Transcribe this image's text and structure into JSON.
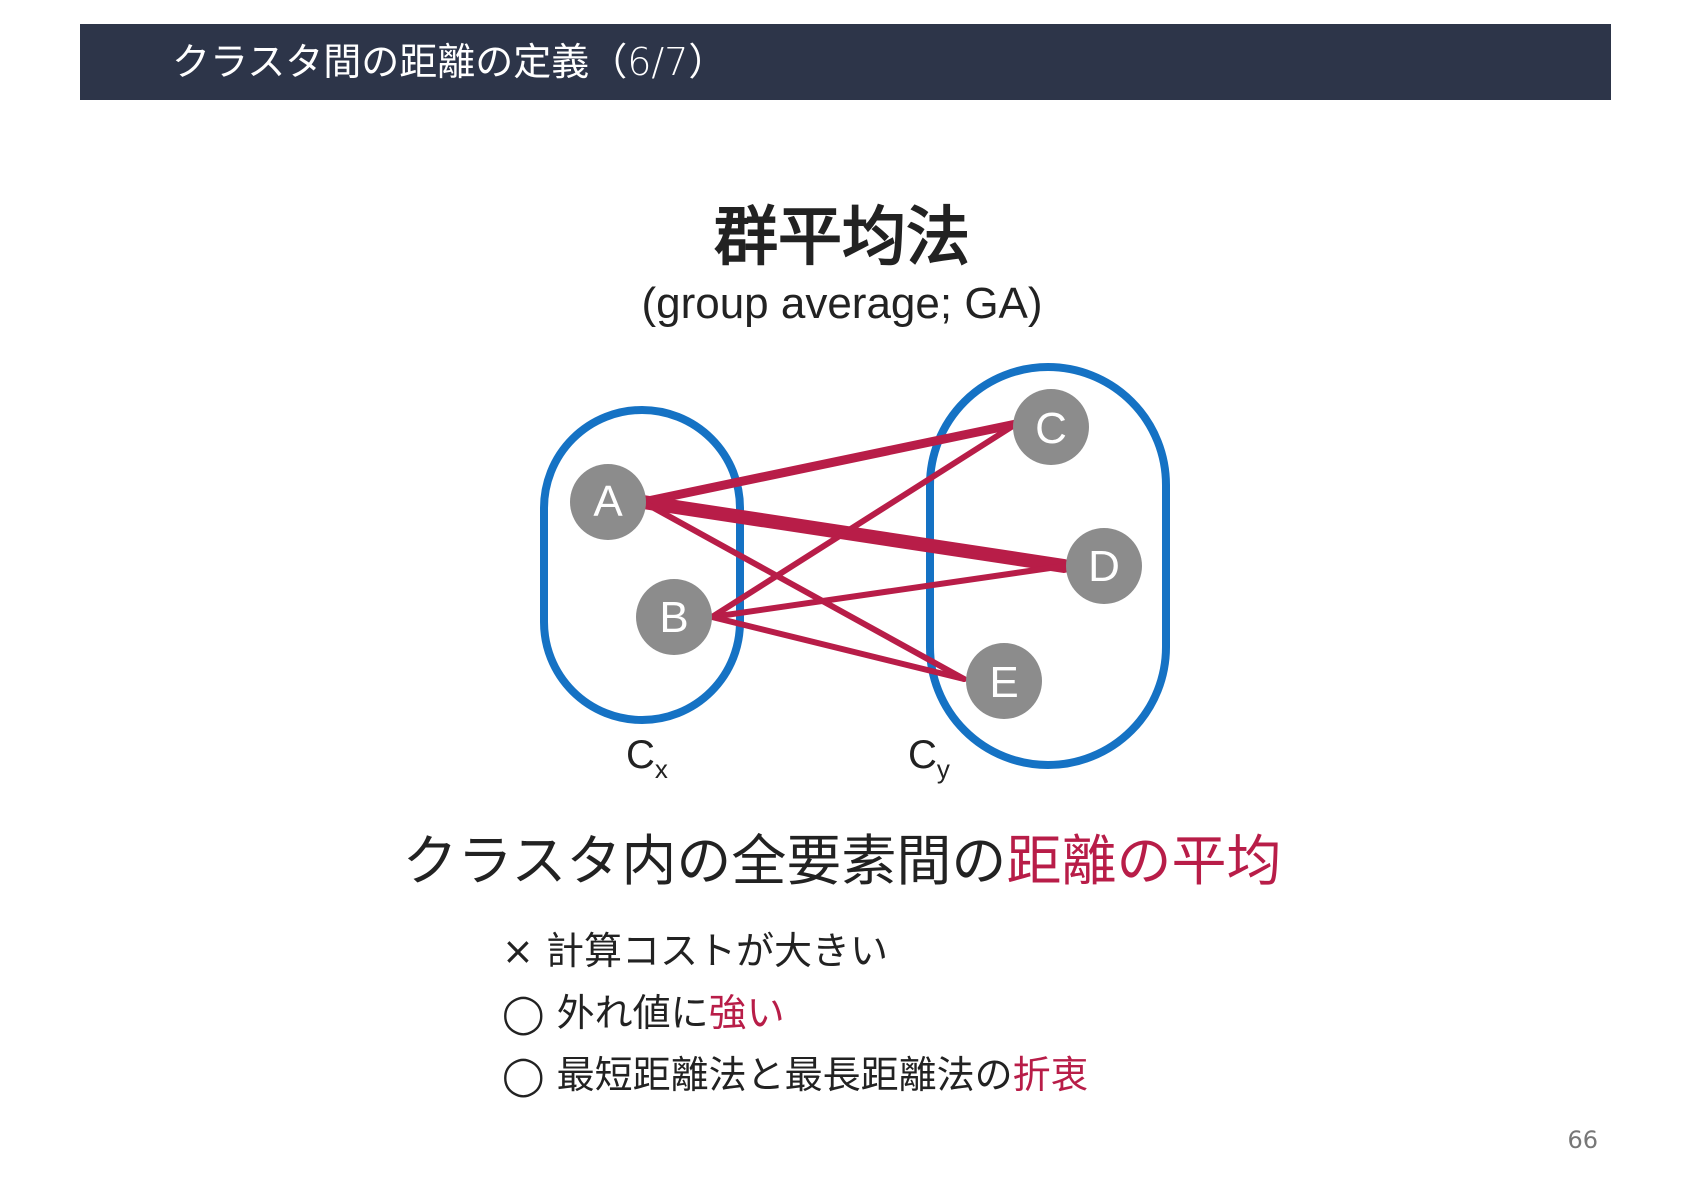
{
  "header": {
    "title": "クラスタ間の距離の定義（6/7）"
  },
  "main": {
    "title": "群平均法",
    "subtitle": "(group average; GA)"
  },
  "diagram": {
    "colors": {
      "cluster": "#1572c4",
      "edge": "#b81d48",
      "node": "#8c8c8c"
    },
    "clusters": [
      {
        "id": "cx",
        "label": "C",
        "sub": "x"
      },
      {
        "id": "cy",
        "label": "C",
        "sub": "y"
      }
    ],
    "nodes": [
      {
        "id": "A",
        "label": "A"
      },
      {
        "id": "B",
        "label": "B"
      },
      {
        "id": "C",
        "label": "C"
      },
      {
        "id": "D",
        "label": "D"
      },
      {
        "id": "E",
        "label": "E"
      }
    ],
    "edges": [
      {
        "from": "A",
        "to": "C",
        "weight": "medium"
      },
      {
        "from": "A",
        "to": "D",
        "weight": "thick"
      },
      {
        "from": "A",
        "to": "E",
        "weight": "thin"
      },
      {
        "from": "B",
        "to": "C",
        "weight": "thin"
      },
      {
        "from": "B",
        "to": "D",
        "weight": "thin"
      },
      {
        "from": "B",
        "to": "E",
        "weight": "thin"
      }
    ]
  },
  "summary": {
    "text": "クラスタ内の全要素間の",
    "highlight": "距離の平均"
  },
  "points": [
    {
      "bullet": "×",
      "text": "計算コストが大きい",
      "highlight": ""
    },
    {
      "bullet": "◯",
      "text": "外れ値に",
      "highlight": "強い"
    },
    {
      "bullet": "◯",
      "text": "最短距離法と最長距離法の",
      "highlight": "折衷"
    }
  ],
  "page_number": "66"
}
